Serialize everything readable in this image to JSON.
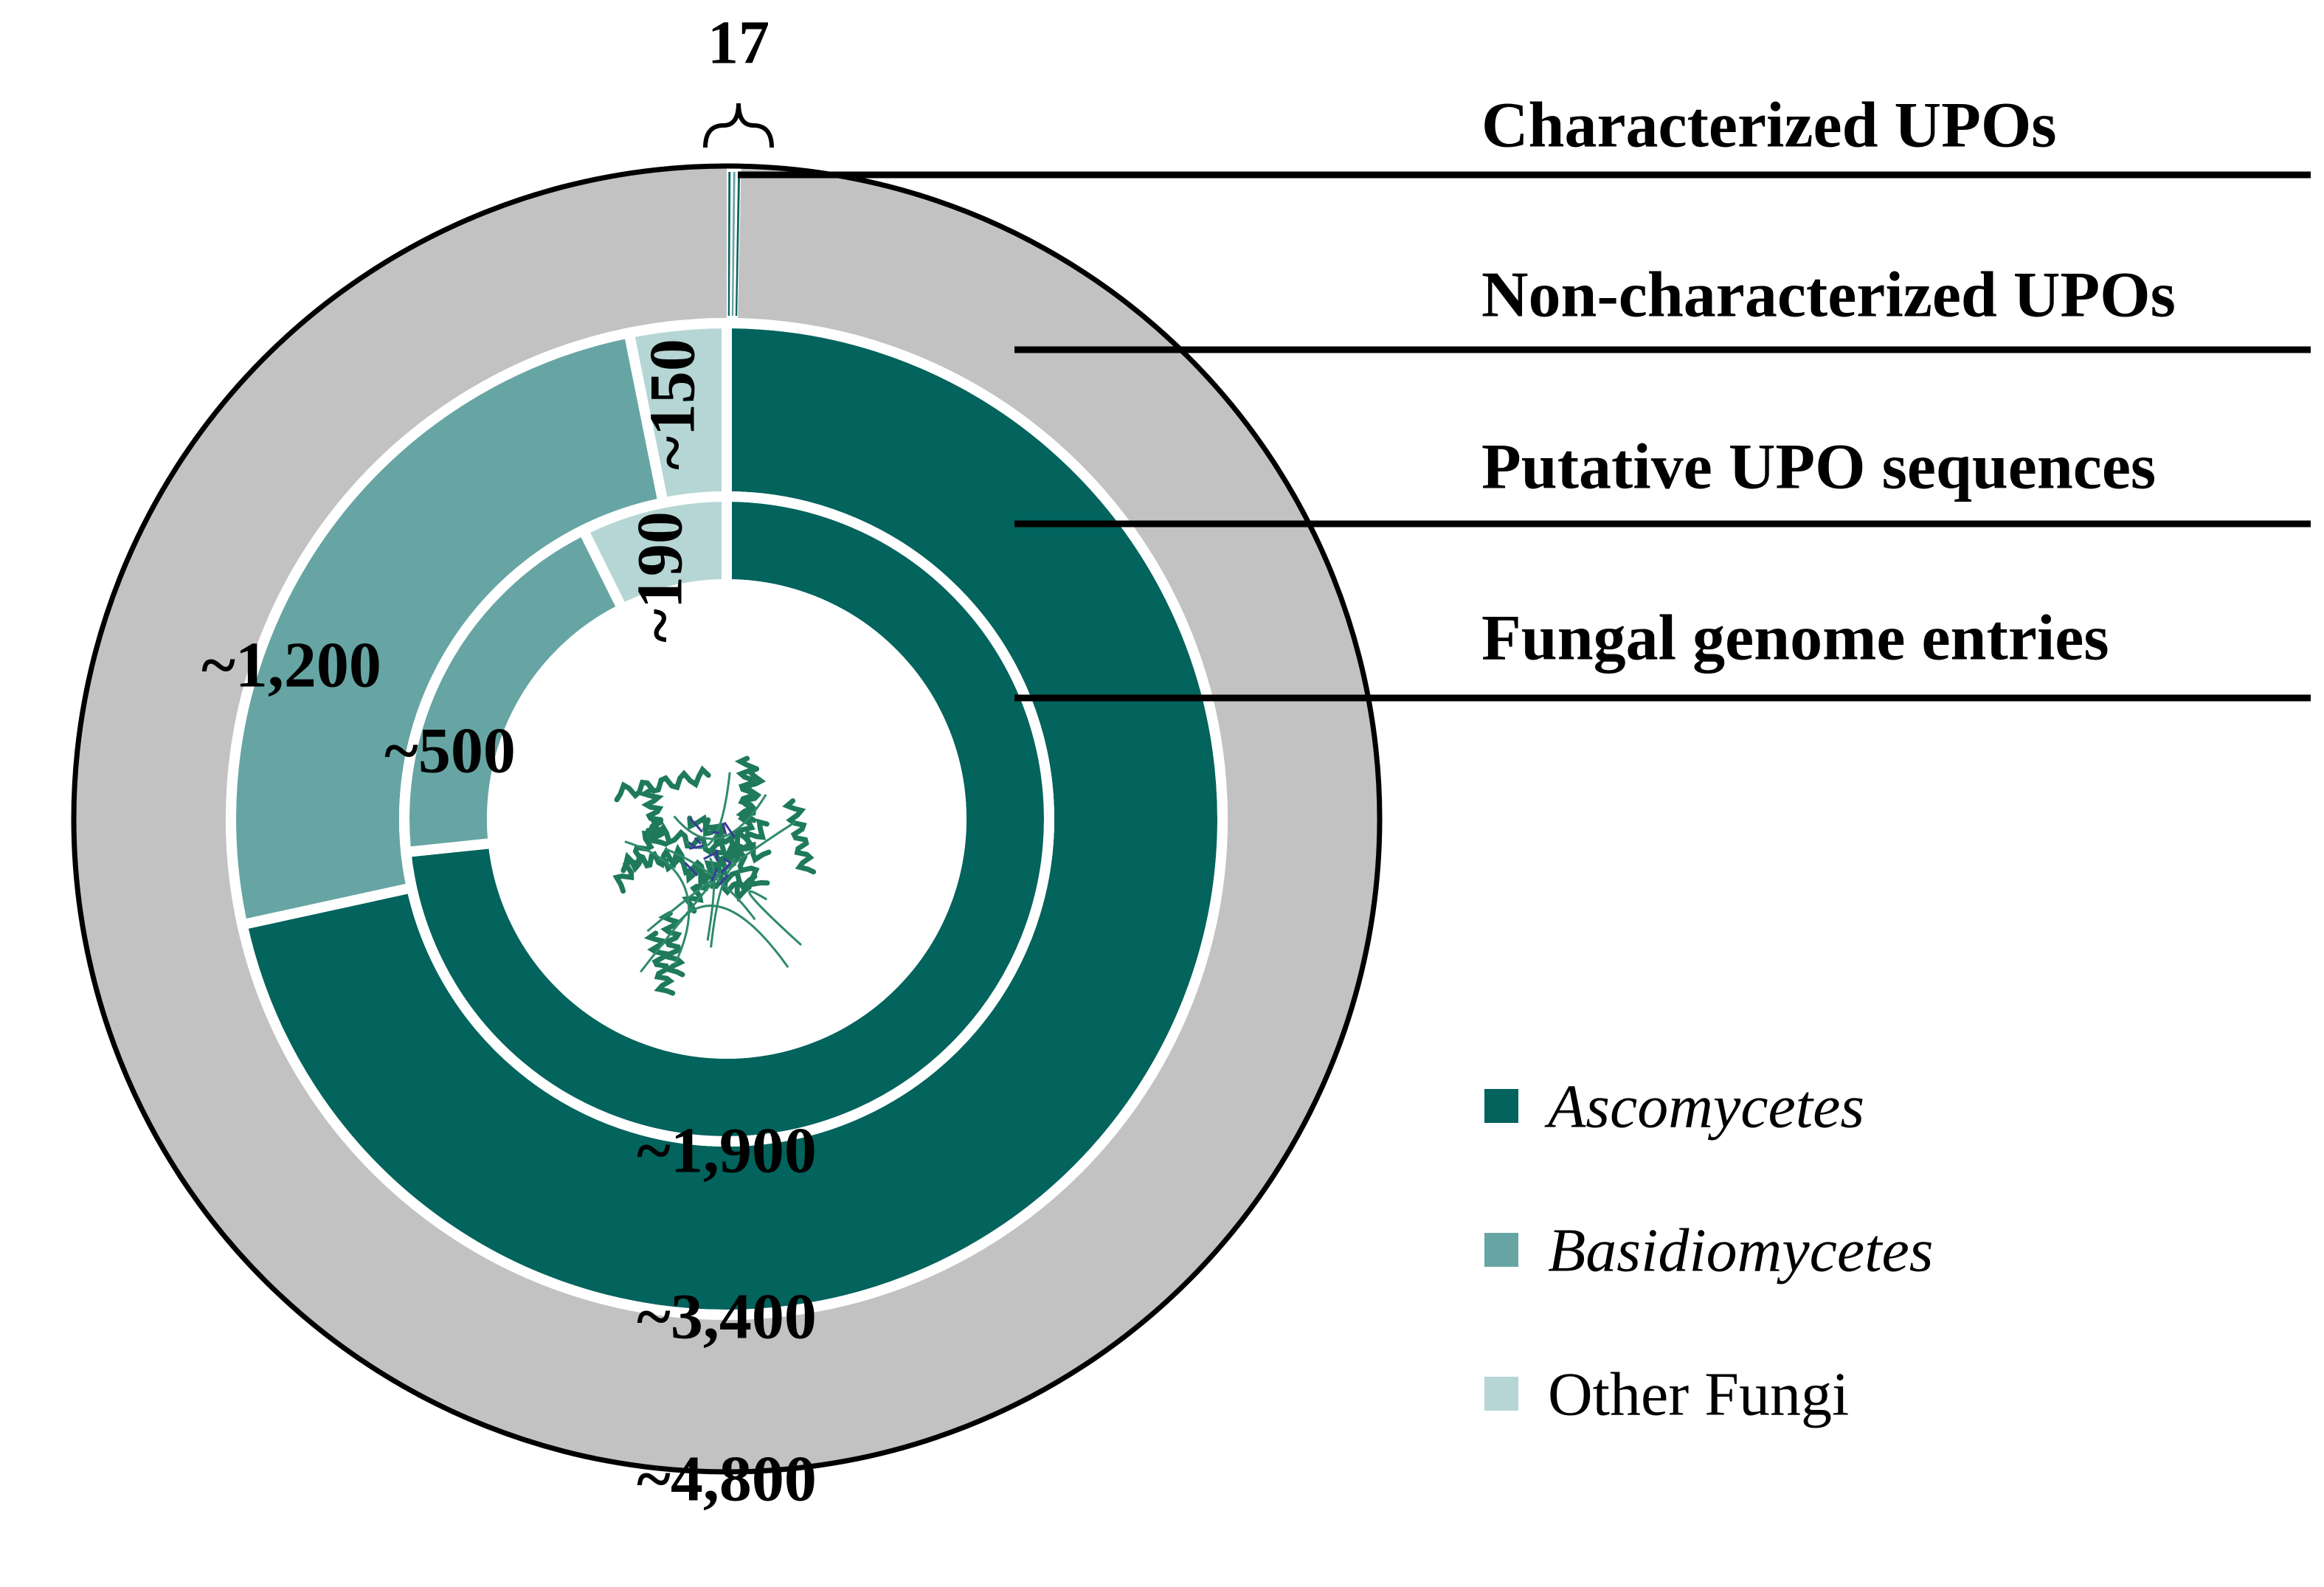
{
  "colors": {
    "ascomycetes": "#03635d",
    "basidiomycetes": "#66a5a3",
    "other_fungi": "#b6d6d6",
    "non_characterized": "#c2c2c2",
    "characterized": "#03635d",
    "outline": "#000000",
    "separator": "#ffffff"
  },
  "chart_data": {
    "type": "donut",
    "top_bracket_label": "17",
    "rings": [
      {
        "name": "Characterized UPOs",
        "segments": [
          {
            "category": "Characterized",
            "value": 17
          }
        ]
      },
      {
        "name": "Non-characterized UPOs",
        "segments": [
          {
            "category": "Non-characterized",
            "value": 4800,
            "label": "~4,800"
          }
        ]
      },
      {
        "name": "Putative UPO sequences",
        "segments": [
          {
            "category": "Ascomycetes",
            "value": 3400,
            "label": "~3,400"
          },
          {
            "category": "Basidiomycetes",
            "value": 1200,
            "label": "~1,200"
          },
          {
            "category": "Other Fungi",
            "value": 150,
            "label": "~150"
          }
        ]
      },
      {
        "name": "Fungal genome entries",
        "segments": [
          {
            "category": "Ascomycetes",
            "value": 1900,
            "label": "~1,900"
          },
          {
            "category": "Basidiomycetes",
            "value": 500,
            "label": "~500"
          },
          {
            "category": "Other Fungi",
            "value": 190,
            "label": "~190"
          }
        ]
      }
    ],
    "legend": [
      {
        "label": "Ascomycetes",
        "italic": true,
        "color_key": "ascomycetes"
      },
      {
        "label": "Basidiomycetes",
        "italic": true,
        "color_key": "basidiomycetes"
      },
      {
        "label": "Other Fungi",
        "italic": false,
        "color_key": "other_fungi"
      }
    ]
  }
}
